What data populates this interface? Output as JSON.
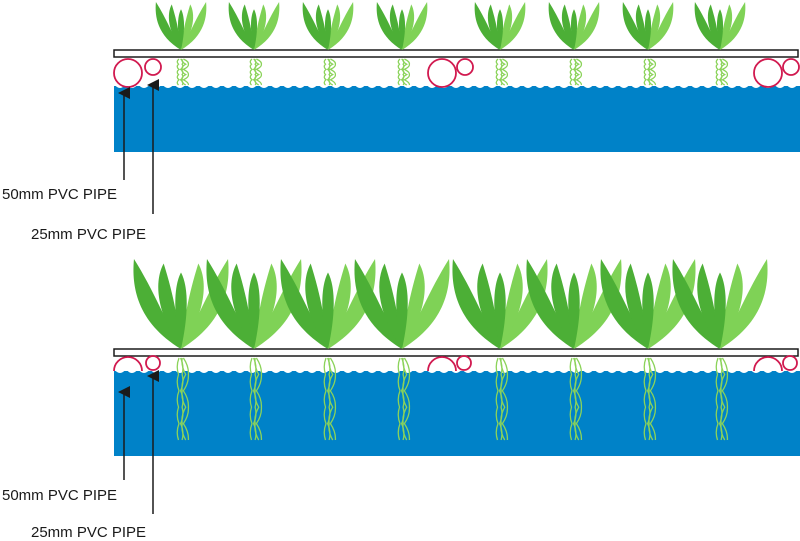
{
  "colors": {
    "water": "#0082c8",
    "plant_dark": "#4caf36",
    "plant_light": "#7fd256",
    "root": "#8bd35a",
    "pipe": "#d1194f",
    "raft_outline": "#1a1a1a"
  },
  "panels": [
    {
      "label_50mm": "50mm PVC PIPE",
      "label_25mm": "25mm PVC PIPE"
    },
    {
      "label_50mm": "50mm PVC PIPE",
      "label_25mm": "25mm PVC PIPE"
    }
  ]
}
